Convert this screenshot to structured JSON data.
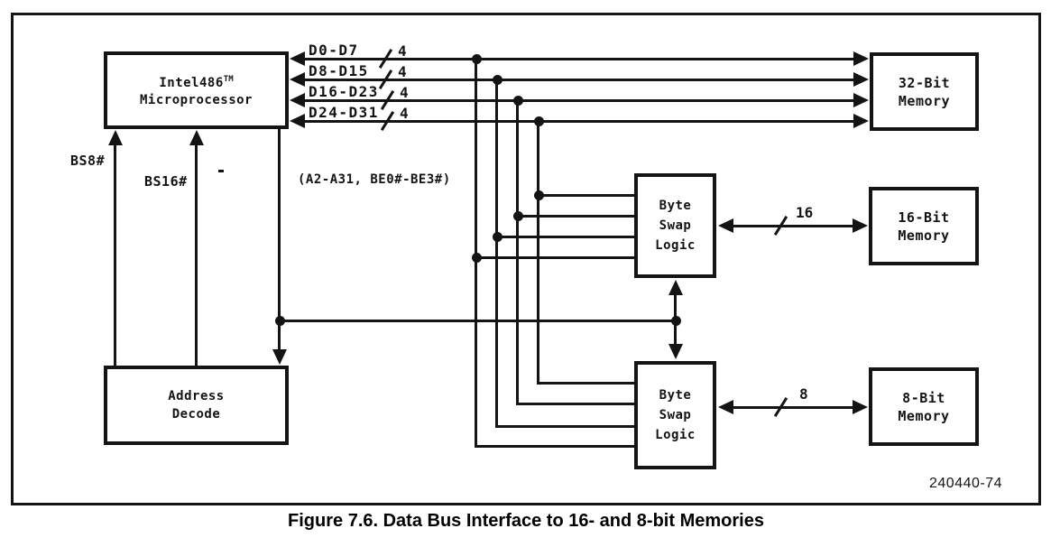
{
  "caption": "Figure 7.6. Data Bus Interface to 16- and 8-bit Memories",
  "part_number": "240440-74",
  "blocks": {
    "microprocessor": {
      "name": "Intel486",
      "tm": "TM",
      "subtitle": "Microprocessor"
    },
    "address_decode": [
      "Address",
      "Decode"
    ],
    "memory_32": [
      "32-Bit",
      "Memory"
    ],
    "memory_16": [
      "16-Bit",
      "Memory"
    ],
    "memory_8": [
      "8-Bit",
      "Memory"
    ],
    "byte_swap_upper": [
      "Byte",
      "Swap",
      "Logic"
    ],
    "byte_swap_lower": [
      "Byte",
      "Swap",
      "Logic"
    ]
  },
  "buses": [
    {
      "label": "D0-D7",
      "width": "4"
    },
    {
      "label": "D8-D15",
      "width": "4"
    },
    {
      "label": "D16-D23",
      "width": "4"
    },
    {
      "label": "D24-D31",
      "width": "4"
    }
  ],
  "signals": {
    "bs8": "BS8#",
    "bs16": "BS16#",
    "address": "(A2-A31, BE0#-BE3#)"
  },
  "bus_widths": {
    "to_memory_16": "16",
    "to_memory_8": "8"
  },
  "colors": {
    "ink": "#141414",
    "paper": "#ffffff"
  }
}
